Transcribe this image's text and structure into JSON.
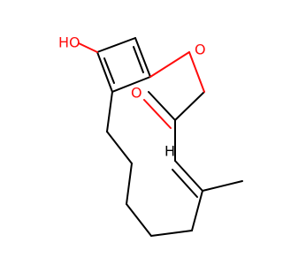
{
  "diagram": {
    "type": "skeletal-formula",
    "colors": {
      "bond": "#000000",
      "oxygen": "#ff0d0d",
      "hydrogen_label": "#000000"
    },
    "labels": {
      "hydroxyl": "HO",
      "ring_oxygen": "O",
      "carbonyl_oxygen": "O",
      "alkene_h": "H"
    }
  }
}
